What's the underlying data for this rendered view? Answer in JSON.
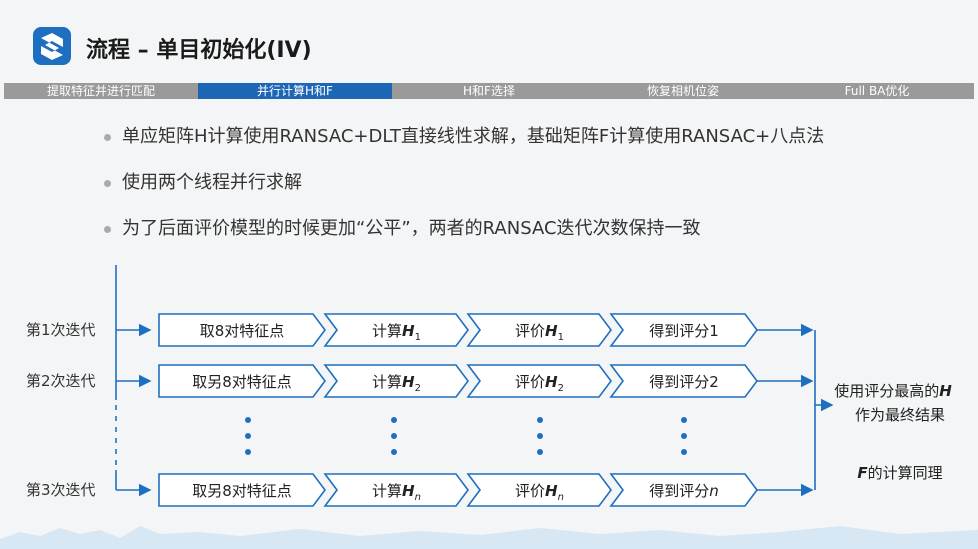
{
  "header": {
    "title": "流程 – 单目初始化(IV)",
    "logo_letter": "S"
  },
  "tabs": [
    {
      "label": "提取特征并进行匹配",
      "active": false
    },
    {
      "label": "并行计算H和F",
      "active": true
    },
    {
      "label": "H和F选择",
      "active": false
    },
    {
      "label": "恢复相机位姿",
      "active": false
    },
    {
      "label": "Full BA优化",
      "active": false
    }
  ],
  "bullets": [
    "单应矩阵H计算使用RANSAC+DLT直接线性求解，基础矩阵F计算使用RANSAC+八点法",
    "使用两个线程并行求解",
    "为了后面评价模型的时候更加“公平”，两者的RANSAC迭代次数保持一致"
  ],
  "diagram": {
    "rows": [
      {
        "label": "第1次迭代",
        "steps": [
          "取8对特征点",
          "计算",
          "评价",
          "得到评分1"
        ],
        "sub": "1"
      },
      {
        "label": "第2次迭代",
        "steps": [
          "取另8对特征点",
          "计算",
          "评价",
          "得到评分2"
        ],
        "sub": "2"
      },
      {
        "label": "第3次迭代",
        "steps": [
          "取另8对特征点",
          "计算",
          "评价",
          "得到评分"
        ],
        "sub": "n"
      }
    ],
    "matrix_symbol": "H",
    "result_line1": "使用评分最高的",
    "result_line2": "作为最终结果",
    "f_note": "的计算同理",
    "f_symbol": "F"
  },
  "colors": {
    "accent": "#1d66b5",
    "box_border": "#1f6fc0",
    "tab_bar": "#9a9a9a"
  }
}
